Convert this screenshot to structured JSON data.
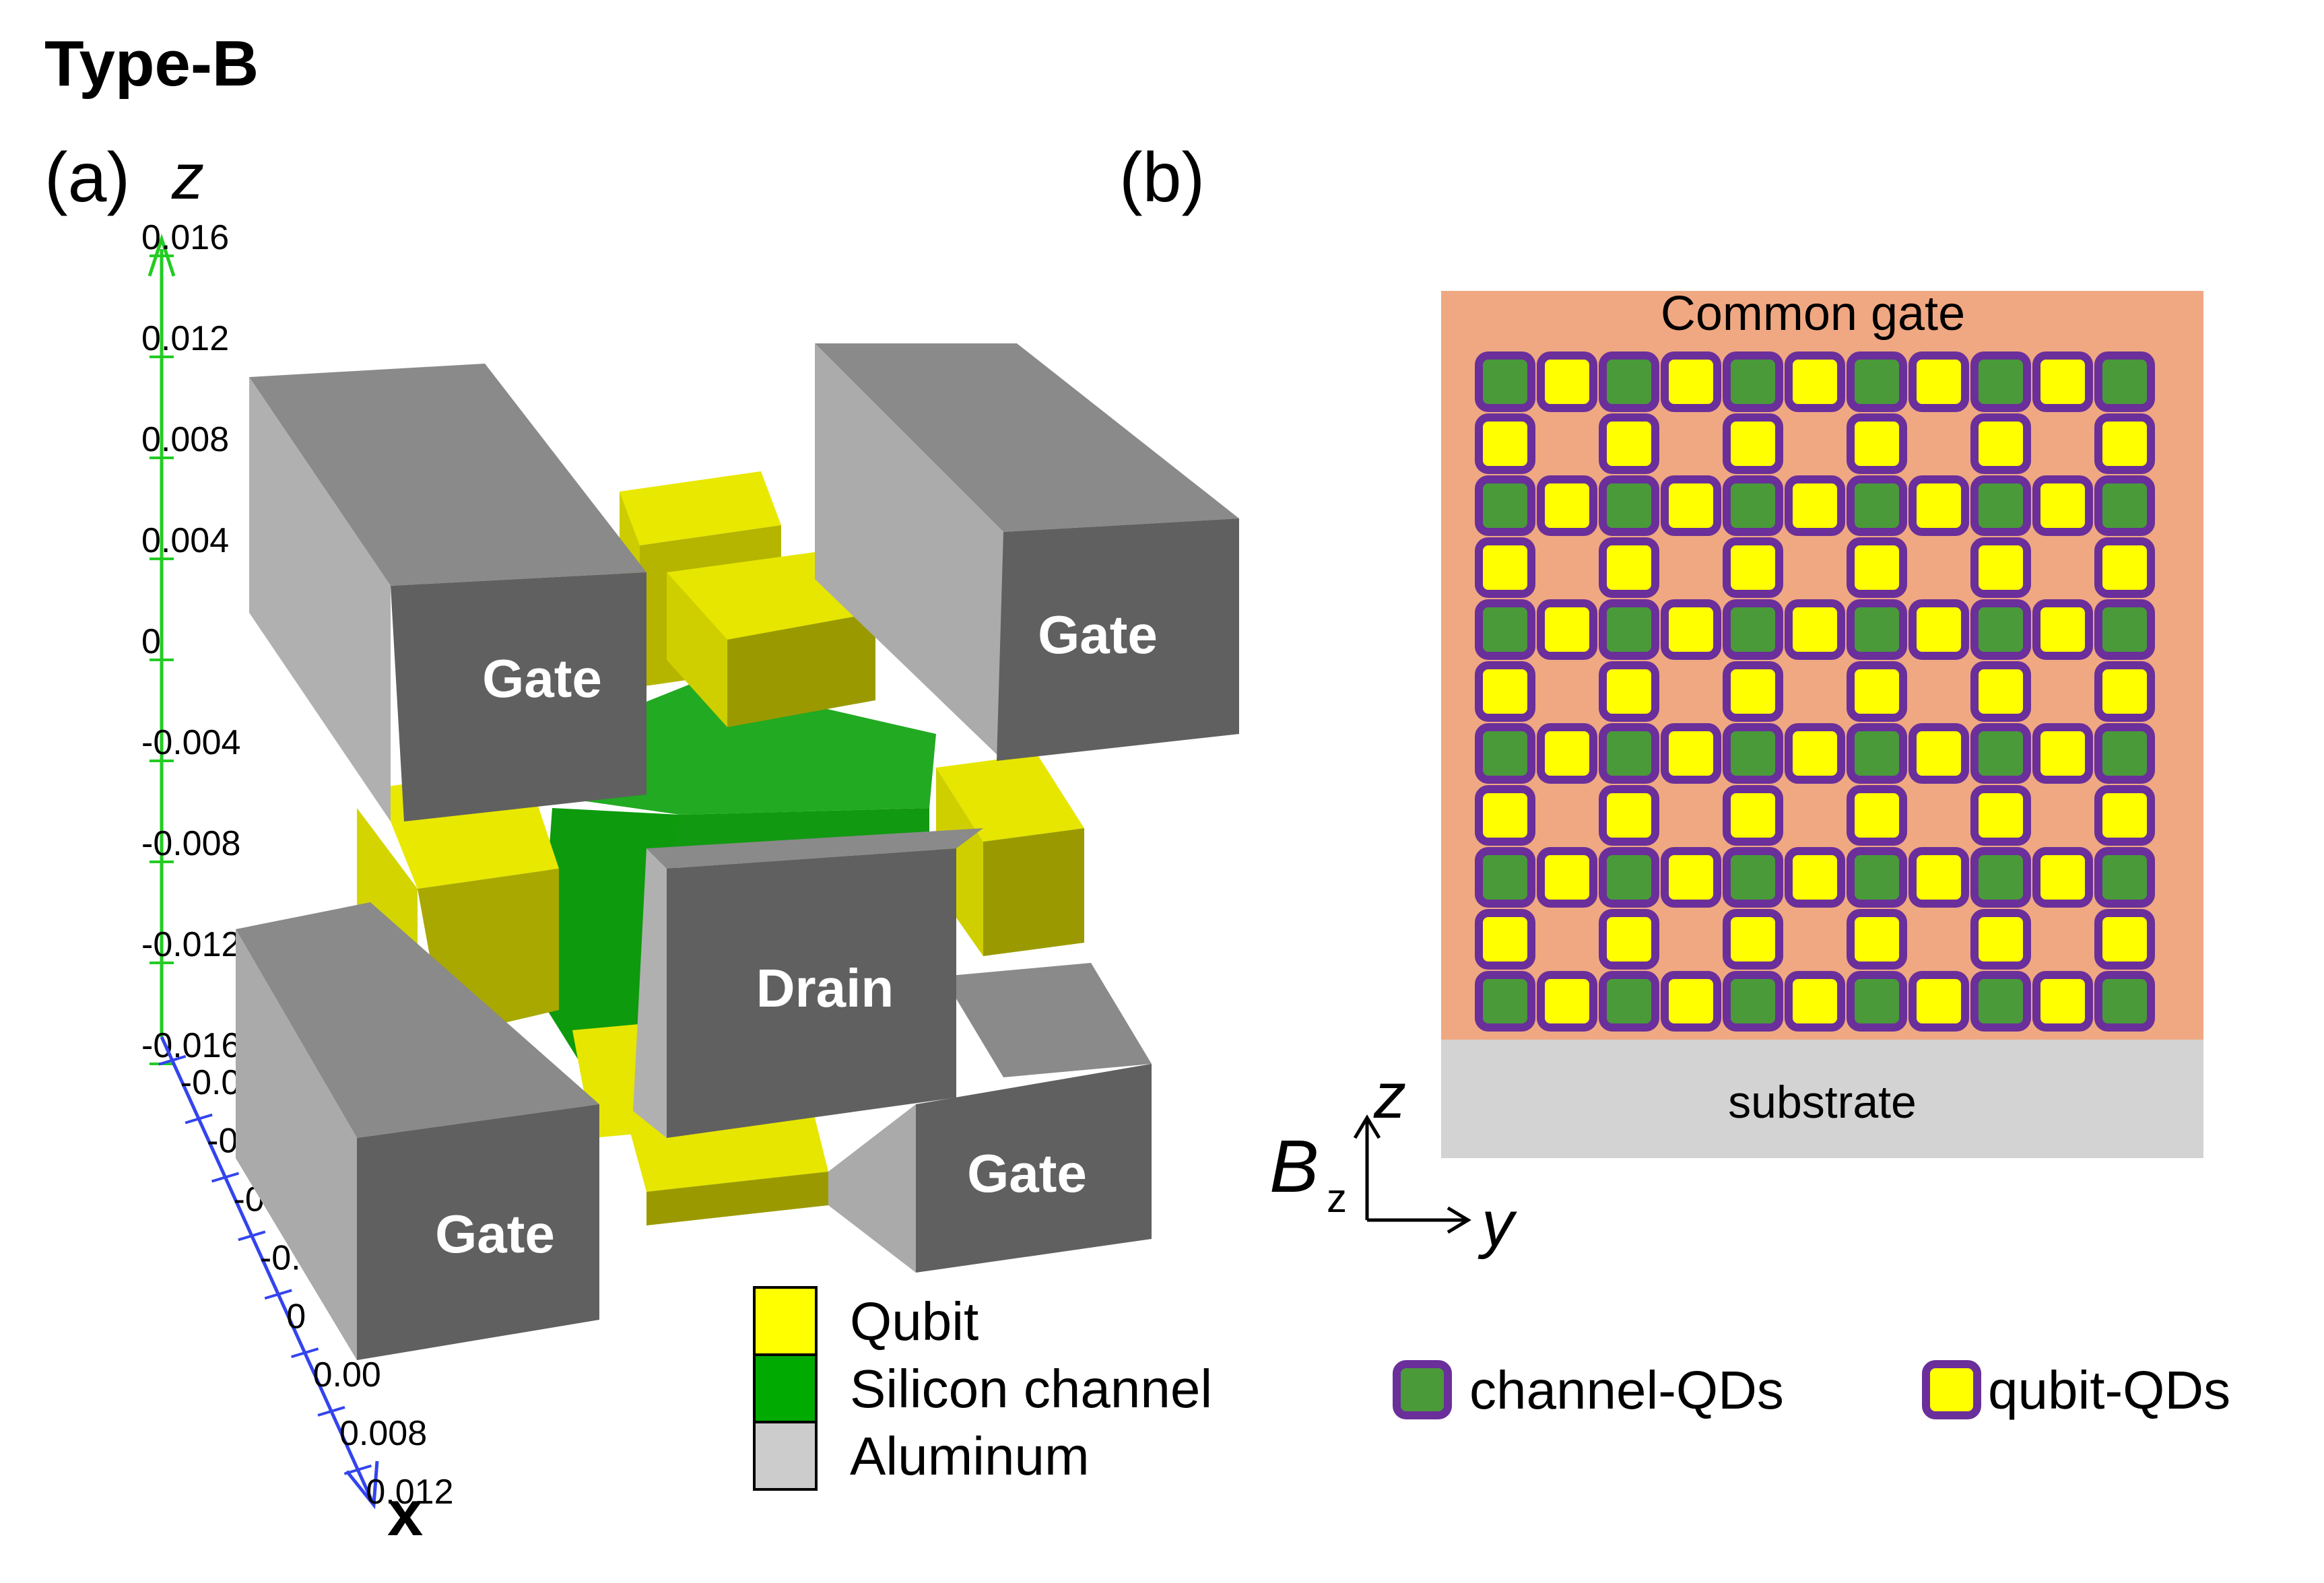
{
  "title": "Type-B",
  "panel_a": {
    "label": "(a)",
    "axis_z_label": "z",
    "axis_x_label": "x",
    "z_ticks": [
      "0.016",
      "0.012",
      "0.008",
      "0.004",
      "0",
      "-0.004",
      "-0.008",
      "-0.012",
      "-0.016"
    ],
    "x_ticks": [
      "-0.016",
      "-0.01",
      "-0.0",
      "-0.0",
      "0",
      "0.00",
      "0.008",
      "0.012"
    ],
    "blocks": {
      "gate_top_left": "Gate",
      "gate_top_right": "Gate",
      "drain": "Drain",
      "gate_bottom_left": "Gate",
      "gate_bottom_right": "Gate"
    },
    "legend": [
      {
        "label": "Qubit",
        "color": "#ffff00"
      },
      {
        "label": "Silicon channel",
        "color": "#00aa00"
      },
      {
        "label": "Aluminum",
        "color": "#cccccc"
      }
    ]
  },
  "panel_b": {
    "label": "(b)",
    "common_gate_label": "Common gate",
    "substrate_label": "substrate",
    "field_symbol": "B",
    "field_subscript": "z",
    "axis_z_label": "z",
    "axis_y_label": "y",
    "grid": {
      "rows": 11,
      "cols": 11
    },
    "legend": [
      {
        "label": "channel-QDs",
        "color": "#4a9a3a"
      },
      {
        "label": "qubit-QDs",
        "color": "#ffff00"
      }
    ],
    "colors": {
      "common_gate": "#f0a882",
      "substrate": "#d3d3d3",
      "dot_border": "#6a2f9a"
    }
  }
}
